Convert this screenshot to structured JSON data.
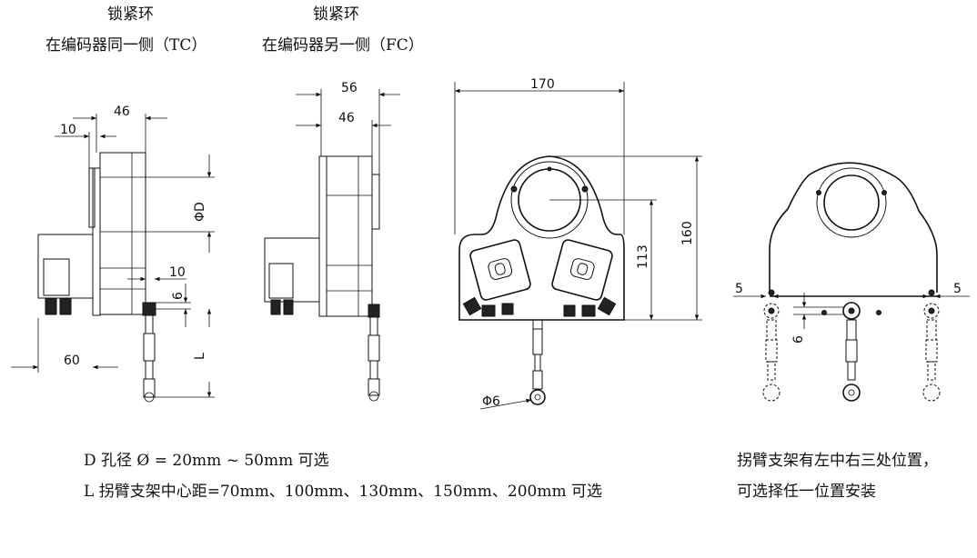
{
  "captions": {
    "tc_title": "锁紧环",
    "tc_sub": "在编码器同一侧（TC）",
    "fc_title": "锁紧环",
    "fc_sub": "在编码器另一侧（FC）"
  },
  "dimensions": {
    "tc_46": "46",
    "tc_10_top": "10",
    "tc_phiD": "ΦD",
    "tc_10_arm": "10",
    "tc_6": "6",
    "tc_L": "L",
    "tc_60": "60",
    "fc_56": "56",
    "fc_46": "46",
    "front_170": "170",
    "front_160": "160",
    "front_113": "113",
    "front_phi6": "Φ6",
    "side_5_left": "5",
    "side_5_right": "5",
    "side_6": "6"
  },
  "notes": {
    "d_line": "D 孔径 Ø = 20mm ~ 50mm  可选",
    "l_line": "L 拐臂支架中心距=70mm、100mm、130mm、150mm、200mm 可选",
    "pos_line1": "拐臂支架有左中右三处位置，",
    "pos_line2": "可选择任一位置安装"
  }
}
